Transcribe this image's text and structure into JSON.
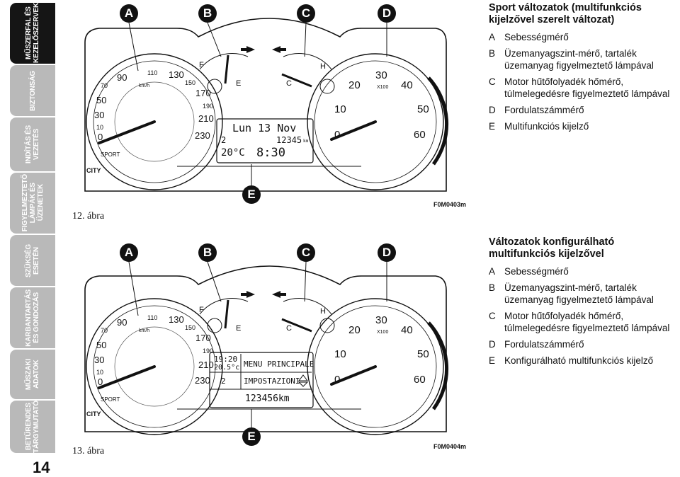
{
  "sidebar": {
    "tabs": [
      {
        "label": "MŰSZERFAL ÉS\nKEZELŐSZERVEK",
        "active": true
      },
      {
        "label": "BIZTONSÁG",
        "active": false
      },
      {
        "label": "INDÍTÁS ÉS\nVEZETÉS",
        "active": false
      },
      {
        "label": "FIGYELMEZTETŐ\nLÁMPÁK ÉS\nÜZENETEK",
        "active": false
      },
      {
        "label": "SZÜKSÉG\nESETÉN",
        "active": false
      },
      {
        "label": "KARBANTARTÁS\nÉS GONDOZÁS",
        "active": false
      },
      {
        "label": "MŰSZAKI\nADATOK",
        "active": false
      },
      {
        "label": "BETŰRENDES\nTÁRGYMUTATÓ",
        "active": false
      }
    ]
  },
  "page_number": "14",
  "callouts": [
    "A",
    "B",
    "C",
    "D",
    "E"
  ],
  "gauges": {
    "speed_outer": [
      "110",
      "130",
      "150",
      "170",
      "190",
      "210",
      "230"
    ],
    "speed_inner": [
      "90",
      "70",
      "50",
      "30",
      "10",
      "0"
    ],
    "speed_unit": "km/h",
    "fuel_full": "F",
    "fuel_empty": "E",
    "temp_cold": "C",
    "temp_hot": "H",
    "rpm": [
      "0",
      "10",
      "20",
      "30",
      "40",
      "50",
      "60"
    ],
    "rpm_unit": "X100",
    "sport": "SPORT",
    "city": "CITY"
  },
  "figure1": {
    "caption": "12. ábra",
    "code": "F0M0403m",
    "display": {
      "date": "Lun 13 Nov",
      "gear": "2",
      "odo": "12345",
      "odo_unit": "km",
      "temp": "20°C",
      "time": "8:30"
    }
  },
  "figure2": {
    "caption": "13. ábra",
    "code": "F0M0404m",
    "display": {
      "time": "19:20",
      "temp": "20.5°c",
      "gear": "2",
      "menu_title": "MENU PRINCIPALE",
      "menu_item": "IMPOSTAZIONI",
      "odo": "123456km"
    }
  },
  "section1": {
    "title": "Sport változatok (multifunkciós kijelzővel szerelt változat)",
    "items": [
      {
        "letter": "A",
        "text": "Sebességmérő"
      },
      {
        "letter": "B",
        "text": "Üzemanyagszint-mérő, tartalék üzemanyag figyelmeztető lámpával"
      },
      {
        "letter": "C",
        "text": "Motor hűtőfolyadék hőmérő, túlmelegedésre figyelmeztető lámpával"
      },
      {
        "letter": "D",
        "text": "Fordulatszámmérő"
      },
      {
        "letter": "E",
        "text": "Multifunkciós kijelző"
      }
    ]
  },
  "section2": {
    "title": "Változatok konfigurálható multifunkciós kijelzővel",
    "items": [
      {
        "letter": "A",
        "text": "Sebességmérő"
      },
      {
        "letter": "B",
        "text": "Üzemanyagszint-mérő, tartalék üzemanyag figyelmeztető lámpával"
      },
      {
        "letter": "C",
        "text": "Motor hűtőfolyadék hőmérő, túlmelegedésre figyelmeztető lámpával"
      },
      {
        "letter": "D",
        "text": "Fordulatszámmérő"
      },
      {
        "letter": "E",
        "text": "Konfigurálható multifunkciós kijelző"
      }
    ]
  }
}
